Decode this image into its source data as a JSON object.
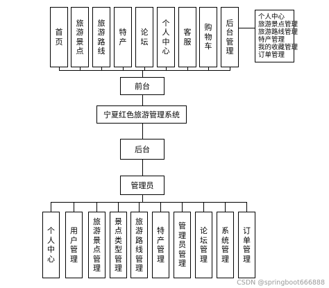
{
  "diagram": {
    "top_modules": [
      "首页",
      "旅游景点",
      "旅游路线",
      "特产",
      "论坛",
      "个人中心",
      "客服",
      "购物车",
      "后台管理"
    ],
    "front_label": "前台",
    "system_title": "宁夏红色旅游管理系统",
    "back_label": "后台",
    "admin_label": "管理员",
    "bottom_modules": [
      "个人中心",
      "用户管理",
      "旅游景点管理",
      "景点类型管理",
      "旅游路线管理",
      "特产管理",
      "管理员管理",
      "论坛管理",
      "系统管理",
      "订单管理"
    ],
    "backend_note": [
      "个人中心",
      "旅游景点管理",
      "旅游路线管理",
      "特产管理",
      "我的收藏管理",
      "订单管理"
    ]
  },
  "watermark": "CSDN @springboot666888"
}
